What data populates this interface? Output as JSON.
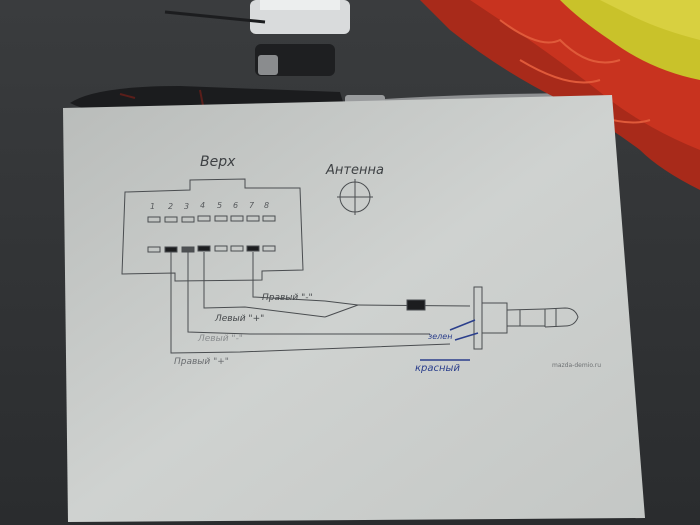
{
  "photo": {
    "colors": {
      "surface": "#2e3032",
      "paper": "#c9ccca",
      "ink": "#4a4d50",
      "pen_blue": "#2b3f8c",
      "bag_red": "#c8331f",
      "bag_yellow": "#c9c22a",
      "metal": "#8e9092"
    },
    "labels": {
      "top": "Верх",
      "antenna": "Антенна",
      "pins": [
        "1",
        "2",
        "3",
        "4",
        "5",
        "6",
        "7",
        "8"
      ],
      "right_minus": "Правый \"-\"",
      "left_plus": "Левый \"+\"",
      "left_minus": "Левый \"-\"",
      "right_plus": "Правый \"+\"",
      "handwritten_green": "зелен",
      "handwritten_red": "красный",
      "watermark": "mazda-demio.ru"
    }
  }
}
